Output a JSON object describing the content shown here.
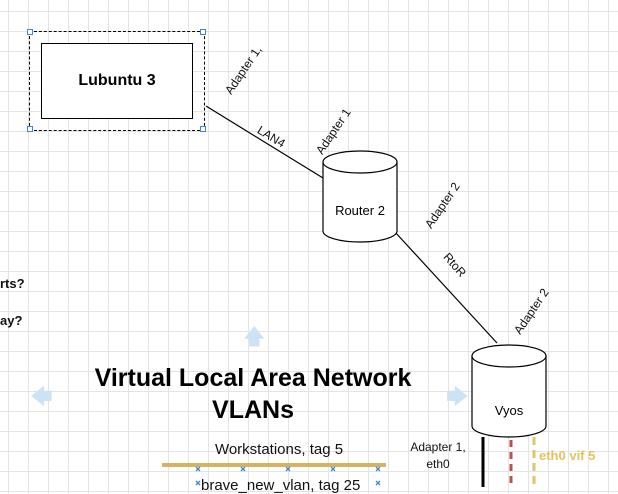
{
  "nodes": {
    "lubuntu": {
      "label": "Lubuntu 3"
    },
    "router2": {
      "label": "Router 2"
    },
    "vyos": {
      "label": "Vyos"
    }
  },
  "edges": {
    "lubuntu_router": {
      "name": "LAN4",
      "lubuntu_adapter": "Adapter 1,",
      "router_adapter": "Adapter 1"
    },
    "router_vyos": {
      "name": "RtoR",
      "router_adapter": "Adapter 2",
      "vyos_adapter": "Adapter 2"
    }
  },
  "vyos_ports": {
    "adapter_line1": "Adapter 1,",
    "adapter_line2": "eth0",
    "vif": "eth0 vif 5"
  },
  "side_text": {
    "line1": "rts?",
    "line2": "ay?"
  },
  "title": {
    "line1": "Virtual Local Area Network",
    "line2": "VLANs"
  },
  "vlan": {
    "workstations": "Workstations, tag 5",
    "brave": "brave_new_vlan, tag 25"
  },
  "colors": {
    "vlan_bar": "#d7b35f",
    "vif_line": "#e3c46a",
    "vif_text": "#e6c35a",
    "red_dash": "#b9524d",
    "grid": "#e4e4e4",
    "hint_arrow": "#cde3f5"
  }
}
